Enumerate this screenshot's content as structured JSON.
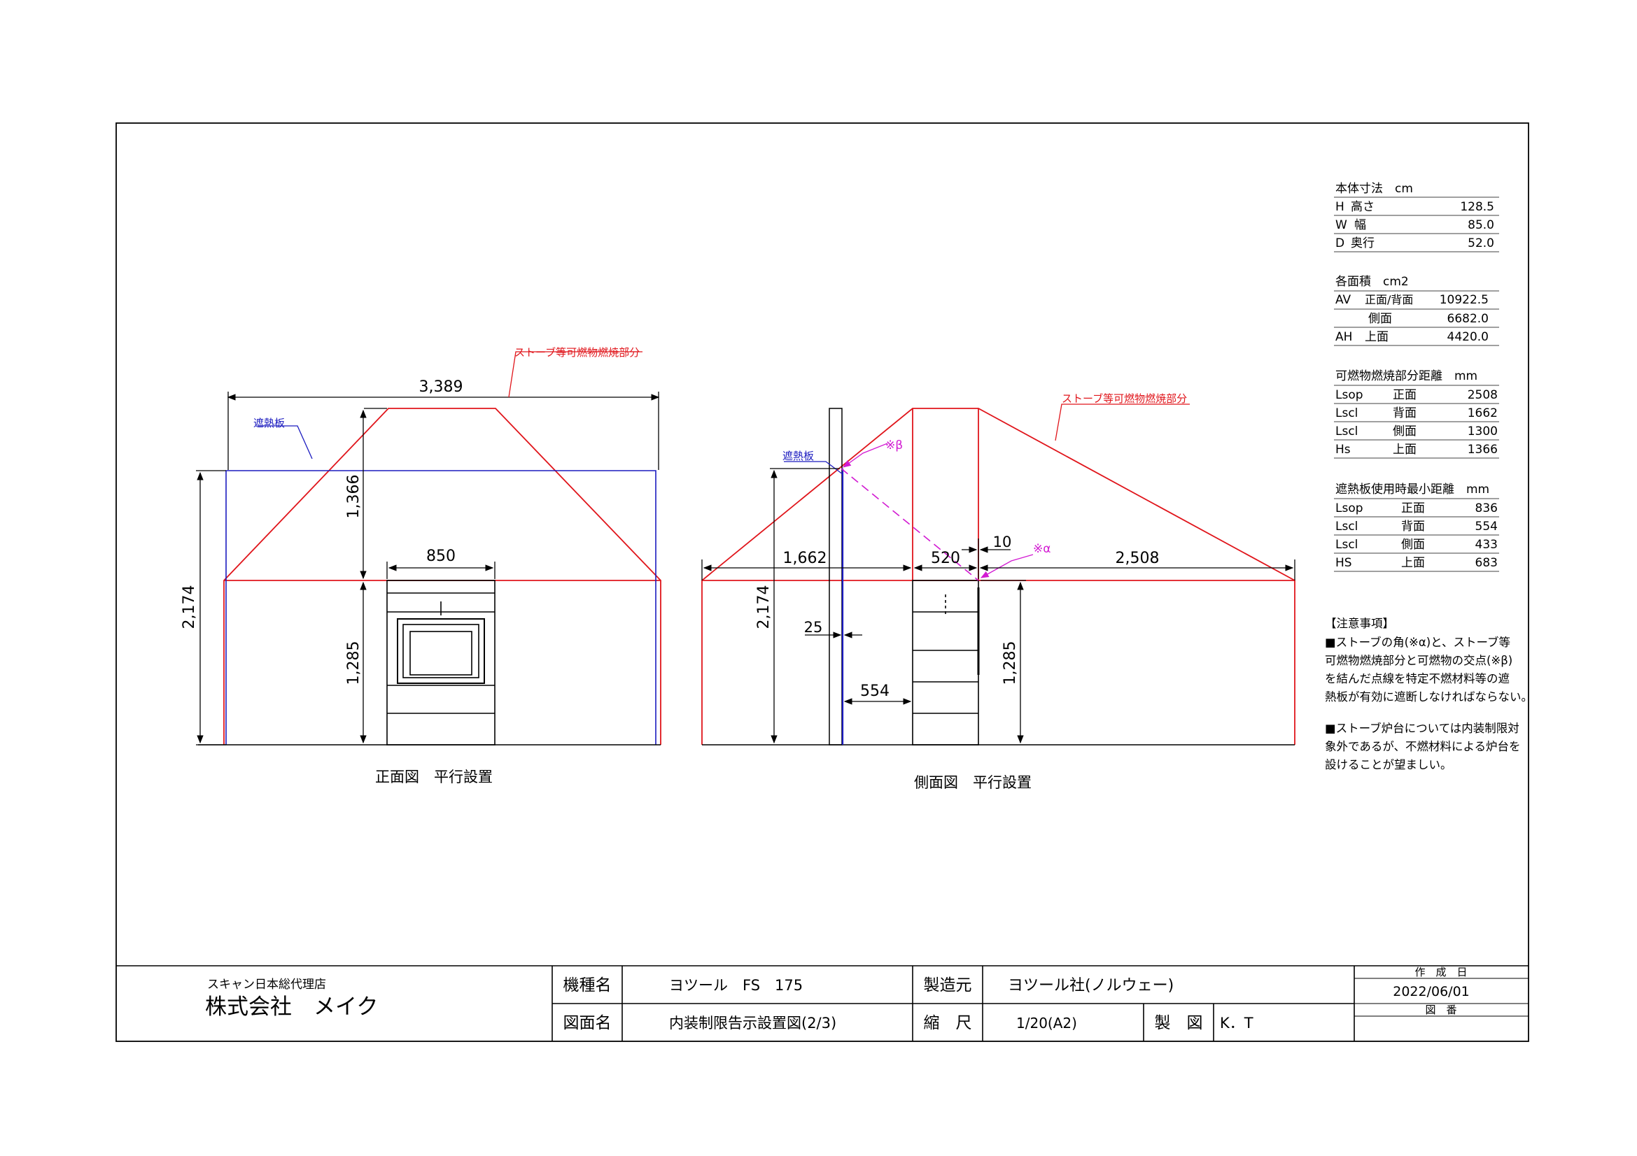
{
  "front_view": {
    "caption": "正面図　平行設置",
    "dims": {
      "total_width": "3,389",
      "height": "2,174",
      "top_gap": "1,366",
      "stove_width": "850",
      "stove_height": "1,285"
    },
    "label_combustion": "ストーブ等可燃物燃焼部分",
    "label_shield": "遮熱板"
  },
  "side_view": {
    "caption": "側面図　平行設置",
    "dims": {
      "rear": "1,662",
      "depth": "520",
      "offset": "10",
      "front": "2,508",
      "height": "2,174",
      "gap": "25",
      "shield_dist": "554",
      "stove_height": "1,285"
    },
    "label_combustion": "ストーブ等可燃物燃焼部分",
    "label_shield": "遮熱板",
    "mark_alpha": "※α",
    "mark_beta": "※β"
  },
  "spec": {
    "body": {
      "title": "本体寸法　cm",
      "rows": [
        {
          "code": "H",
          "name": "高さ",
          "value": "128.5"
        },
        {
          "code": "W",
          "name": "幅",
          "value": "85.0"
        },
        {
          "code": "D",
          "name": "奥行",
          "value": "52.0"
        }
      ]
    },
    "area": {
      "title": "各面積　cm2",
      "rows": [
        {
          "code": "AV",
          "name": "正面/背面",
          "value": "10922.5"
        },
        {
          "code": "",
          "name": "側面",
          "value": "6682.0"
        },
        {
          "code": "AH",
          "name": "上面",
          "value": "4420.0"
        }
      ]
    },
    "distance": {
      "title": "可燃物燃焼部分距離　mm",
      "rows": [
        {
          "code": "Lsop",
          "name": "正面",
          "value": "2508"
        },
        {
          "code": "Lscl",
          "name": "背面",
          "value": "1662"
        },
        {
          "code": "Lscl",
          "name": "側面",
          "value": "1300"
        },
        {
          "code": "Hs",
          "name": "上面",
          "value": "1366"
        }
      ]
    },
    "shield_min": {
      "title": "遮熱板使用時最小距離　mm",
      "rows": [
        {
          "code": "Lsop",
          "name": "正面",
          "value": "836"
        },
        {
          "code": "Lscl",
          "name": "背面",
          "value": "554"
        },
        {
          "code": "Lscl",
          "name": "側面",
          "value": "433"
        },
        {
          "code": "HS",
          "name": "上面",
          "value": "683"
        }
      ]
    }
  },
  "notes": {
    "title": "【注意事項】",
    "lines": [
      "■ストーブの角(※α)と、ストーブ等",
      "可燃物燃焼部分と可燃物の交点(※β)",
      "を結んだ点線を特定不燃材料等の遮",
      "熱板が有効に遮断しなければならない。",
      "",
      "■ストーブ炉台については内装制限対",
      "象外であるが、不燃材料による炉台を",
      "設けることが望ましい。"
    ]
  },
  "title_block": {
    "agent_sub": "スキャン日本総代理店",
    "company": "株式会社　メイク",
    "model_label": "機種名",
    "model_value": "ヨツール　FS　175",
    "drawing_label": "図面名",
    "drawing_value": "内装制限告示設置図(2/3)",
    "maker_label": "製造元",
    "maker_value": "ヨツール社(ノルウェー)",
    "scale_label": "縮　尺",
    "scale_value": "1/20(A2)",
    "drafter_label": "製　図",
    "drafter_value": "K．T",
    "date_label": "作　成　日",
    "date_value": "2022/06/01",
    "number_label": "図　番",
    "number_value": ""
  },
  "colors": {
    "line": "#000000",
    "combustion": "#e0151b",
    "shield": "#1b1bbf",
    "guide": "#d21ad2"
  }
}
